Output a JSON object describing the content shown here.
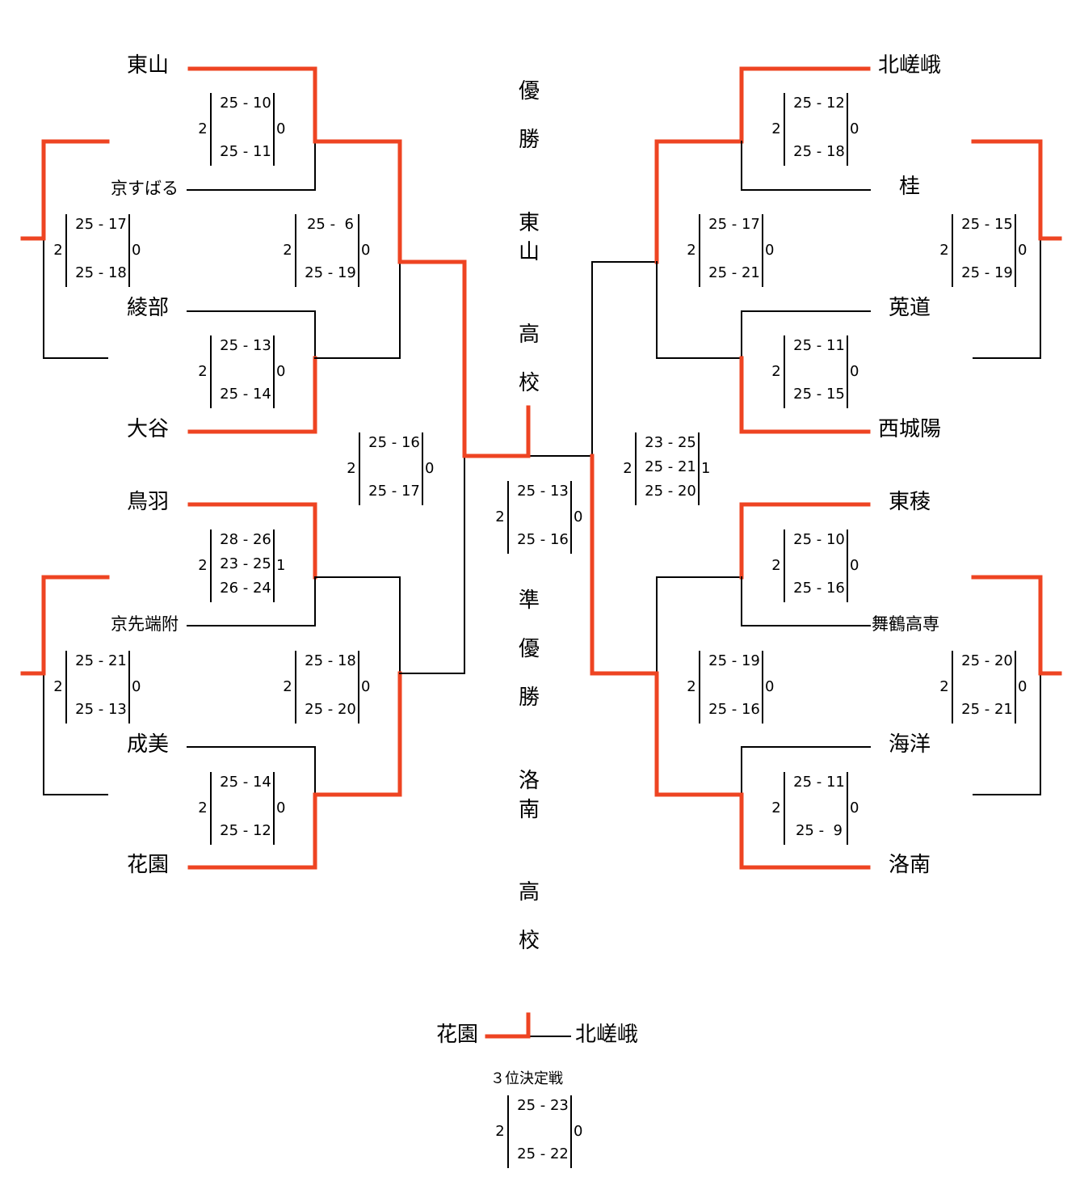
{
  "colors": {
    "win": "#ee4422",
    "line": "#000000"
  },
  "champion": {
    "label": [
      "優",
      "勝"
    ],
    "name": [
      "東",
      "山",
      "高",
      "校"
    ]
  },
  "runner_up": {
    "label": [
      "準",
      "優",
      "勝"
    ],
    "name": [
      "洛",
      "南",
      "高",
      "校"
    ]
  },
  "teams": {
    "l1": "東山",
    "l2": "京すばる",
    "l3": "綾部",
    "l4": "大谷",
    "l5": "鳥羽",
    "l6": "京先端附",
    "l7": "成美",
    "l8": "花園",
    "r1": "北嵯峨",
    "r2": "桂",
    "r3": "莵道",
    "r4": "西城陽",
    "r5": "東稜",
    "r6": "舞鶴高専",
    "r7": "海洋",
    "r8": "洛南"
  },
  "third_place": {
    "title": "３位決定戦",
    "left": "花園",
    "right": "北嵯峨"
  },
  "scores": {
    "l_r1a": {
      "left": "2",
      "right": "0",
      "sets": [
        "25 - 10",
        "25 - 11"
      ]
    },
    "l_r1b": {
      "left": "2",
      "right": "0",
      "sets": [
        "25 - 13",
        "25 - 14"
      ]
    },
    "l_r1c": {
      "left": "2",
      "right": "1",
      "sets": [
        "28 - 26",
        "23 - 25",
        "26 - 24"
      ]
    },
    "l_r1d": {
      "left": "2",
      "right": "0",
      "sets": [
        "25 - 14",
        "25 - 12"
      ]
    },
    "l_outA": {
      "left": "2",
      "right": "0",
      "sets": [
        "25 - 17",
        "25 - 18"
      ]
    },
    "l_outB": {
      "left": "2",
      "right": "0",
      "sets": [
        "25 - 21",
        "25 - 13"
      ]
    },
    "l_qfA": {
      "left": "2",
      "right": "0",
      "sets": [
        "25 -  6",
        "25 - 19"
      ]
    },
    "l_qfB": {
      "left": "2",
      "right": "0",
      "sets": [
        "25 - 18",
        "25 - 20"
      ]
    },
    "l_sf": {
      "left": "2",
      "right": "0",
      "sets": [
        "25 - 16",
        "25 - 17"
      ]
    },
    "final": {
      "left": "2",
      "right": "0",
      "sets": [
        "25 - 13",
        "25 - 16"
      ]
    },
    "r_sf": {
      "left": "2",
      "right": "1",
      "sets": [
        "23 - 25",
        "25 - 21",
        "25 - 20"
      ]
    },
    "r_r1a": {
      "left": "2",
      "right": "0",
      "sets": [
        "25 - 12",
        "25 - 18"
      ]
    },
    "r_r1b": {
      "left": "2",
      "right": "0",
      "sets": [
        "25 - 11",
        "25 - 15"
      ]
    },
    "r_r1c": {
      "left": "2",
      "right": "0",
      "sets": [
        "25 - 10",
        "25 - 16"
      ]
    },
    "r_r1d": {
      "left": "2",
      "right": "0",
      "sets": [
        "25 - 11",
        "25 -  9"
      ]
    },
    "r_qfA": {
      "left": "2",
      "right": "0",
      "sets": [
        "25 - 17",
        "25 - 21"
      ]
    },
    "r_qfB": {
      "left": "2",
      "right": "0",
      "sets": [
        "25 - 19",
        "25 - 16"
      ]
    },
    "r_outA": {
      "left": "2",
      "right": "0",
      "sets": [
        "25 - 15",
        "25 - 19"
      ]
    },
    "r_outB": {
      "left": "2",
      "right": "0",
      "sets": [
        "25 - 20",
        "25 - 21"
      ]
    },
    "third": {
      "left": "2",
      "right": "0",
      "sets": [
        "25 - 23",
        "25 - 22"
      ]
    }
  }
}
